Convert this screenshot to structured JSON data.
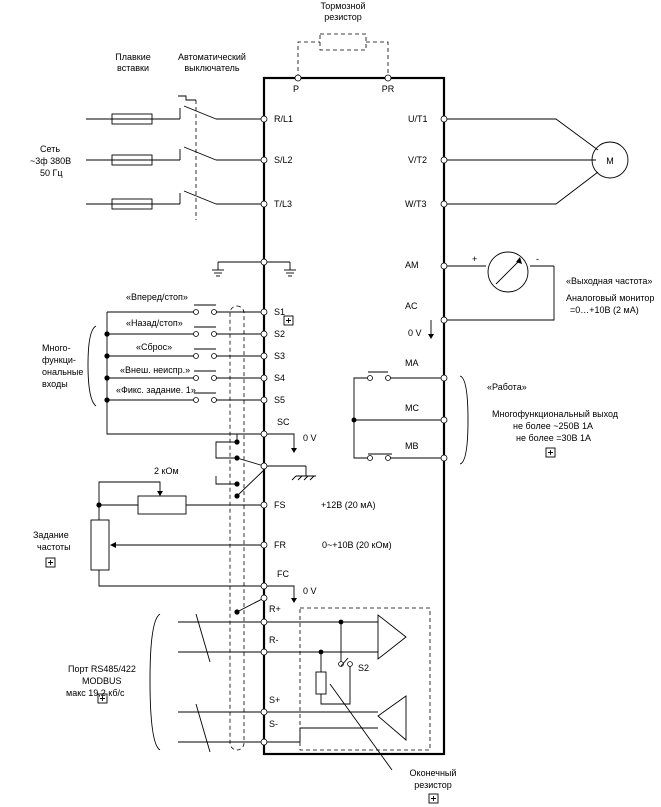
{
  "labels": {
    "brake_resistor": [
      "Тормозной",
      "резистор"
    ],
    "fuses": [
      "Плавкие",
      "вставки"
    ],
    "breaker": [
      "Автоматический",
      "выключатель"
    ],
    "mains": [
      "Сеть",
      "~3ф 380В",
      "50 Гц"
    ],
    "multi_inputs": [
      "Много-",
      "функци-",
      "ональные",
      "входы"
    ],
    "freq_ref": [
      "Задание",
      "частоты"
    ],
    "rs485": [
      "Порт RS485/422",
      "MODBUS",
      "макс 19,2 кб/с"
    ],
    "terminator": [
      "Оконечный",
      "резистор"
    ],
    "out_freq": "«Выходная частота»",
    "analog_mon": [
      "Аналоговый монитор",
      "=0…+10В (2 мА)"
    ],
    "run": "«Работа»",
    "multi_out": [
      "Многофункциональный выход",
      "не более ~250В 1А",
      "не более =30В 1А"
    ],
    "pot": "2 кОм",
    "motor": "M",
    "plus": "+",
    "minus": "-"
  },
  "terminals": {
    "P": "P",
    "PR": "PR",
    "RL1": "R/L1",
    "SL2": "S/L2",
    "TL3": "T/L3",
    "UT1": "U/T1",
    "VT2": "V/T2",
    "WT3": "W/T3",
    "AM": "AM",
    "AC": "AC",
    "AC0V": "0 V",
    "MA": "MA",
    "MC": "MC",
    "MB": "MB",
    "S1": "S1",
    "S2": "S2",
    "S3": "S3",
    "S4": "S4",
    "S5": "S5",
    "SC": "SC",
    "SC0V": "0 V",
    "FS": "FS",
    "FR": "FR",
    "FC": "FC",
    "FC0V": "0 V",
    "Rp": "R+",
    "Rm": "R-",
    "Sp": "S+",
    "Sm": "S-",
    "S2sw": "S2"
  },
  "input_functions": [
    "«Вперед/стоп»",
    "«Назад/стоп»",
    "«Сброс»",
    "«Внеш. неиспр.»",
    "«Фикс. задание. 1»"
  ],
  "values": {
    "fs": "+12В (20 мА)",
    "fr": "0~+10В (20 кОм)"
  }
}
